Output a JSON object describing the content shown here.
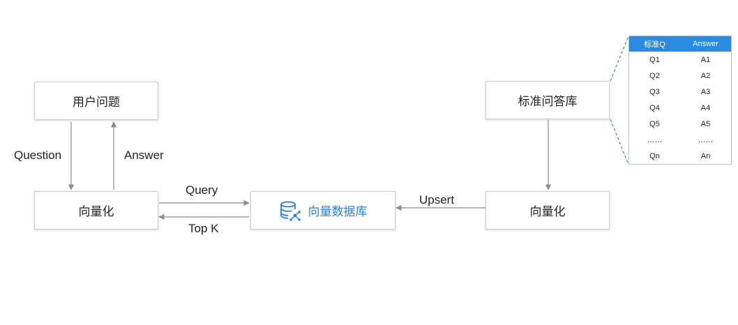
{
  "nodes": {
    "user_question": "用户问题",
    "vectorize_left": "向量化",
    "vector_db": "向量数据库",
    "standard_qa": "标准问答库",
    "vectorize_right": "向量化"
  },
  "edges": {
    "question": "Question",
    "answer": "Answer",
    "query": "Query",
    "top_k": "Top K",
    "upsert": "Upsert"
  },
  "qa_table": {
    "headers": [
      "标准Q",
      "Answer"
    ],
    "rows": [
      [
        "Q1",
        "A1"
      ],
      [
        "Q2",
        "A2"
      ],
      [
        "Q3",
        "A3"
      ],
      [
        "Q4",
        "A4"
      ],
      [
        "Q5",
        "A5"
      ],
      [
        "……",
        "……"
      ],
      [
        "Qn",
        "An"
      ]
    ]
  },
  "colors": {
    "accent": "#2a8be0",
    "db_text": "#2a7fe0",
    "connector": "#8c8c8c",
    "dashed_callout": "#2e9a78"
  },
  "icons": {
    "vector_db": "database-network-icon"
  }
}
